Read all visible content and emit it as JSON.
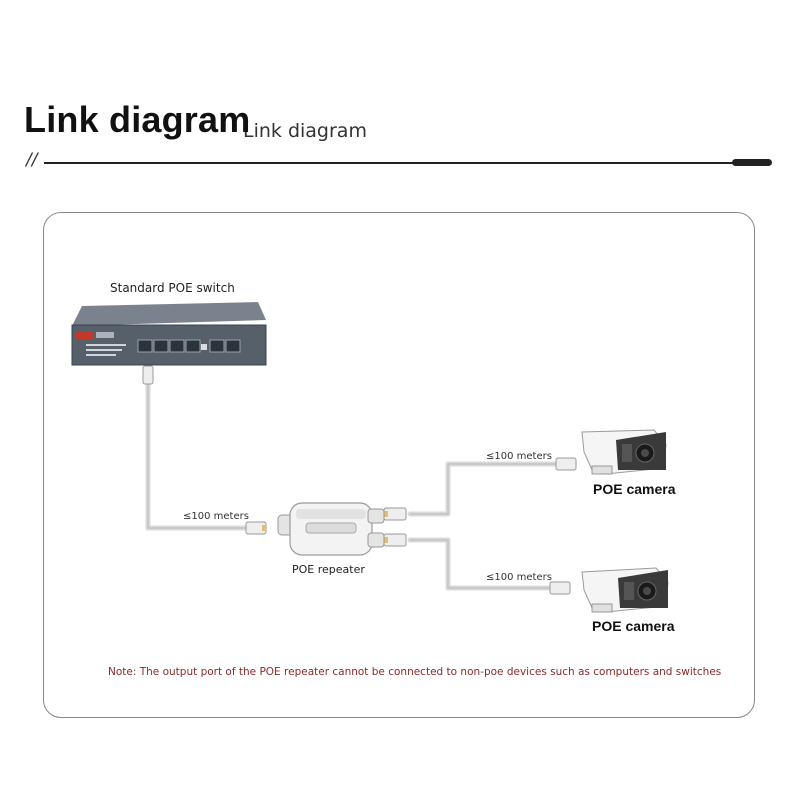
{
  "header": {
    "title": "Link diagram",
    "ghost_title": "Link diagram",
    "slashes": "//"
  },
  "devices": {
    "switch_label": "Standard POE switch",
    "repeater_label": "POE repeater",
    "camera1_label": "POE camera",
    "camera2_label": "POE camera"
  },
  "distances": {
    "switch_to_repeater": "≤100 meters",
    "repeater_to_camera1": "≤100 meters",
    "repeater_to_camera2": "≤100 meters"
  },
  "note": "Note: The output port of the POE repeater cannot be connected to non-poe devices such as computers and switches",
  "colors": {
    "note": "#8b2a2a",
    "cable": "#d8d8d8",
    "switch_body": "#5a6470",
    "frame": "#888888"
  }
}
